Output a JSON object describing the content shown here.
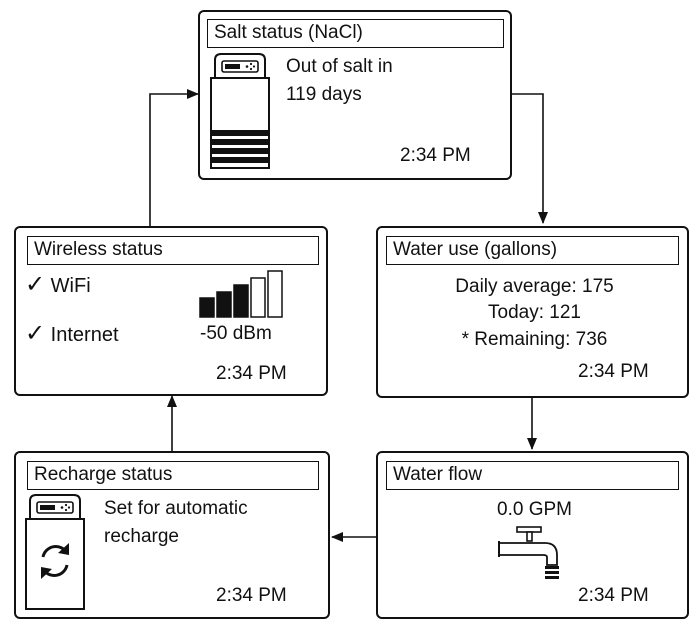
{
  "salt_status": {
    "title": "Salt status (NaCl)",
    "message_line1": "Out of salt in",
    "message_line2": "119 days",
    "time": "2:34 PM"
  },
  "water_use": {
    "title": "Water use (gallons)",
    "daily_average": "Daily average: 175",
    "today": "Today: 121",
    "remaining": "* Remaining: 736",
    "time": "2:34 PM"
  },
  "water_flow": {
    "title": "Water flow",
    "rate": "0.0 GPM",
    "time": "2:34 PM"
  },
  "recharge_status": {
    "title": "Recharge status",
    "message_line1": "Set for automatic",
    "message_line2": "recharge",
    "time": "2:34 PM"
  },
  "wireless_status": {
    "title": "Wireless status",
    "wifi_label": "WiFi",
    "internet_label": "Internet",
    "signal": "-50 dBm",
    "signal_bars_filled": 3,
    "signal_bars_total": 5,
    "time": "2:34 PM"
  },
  "icons": {
    "checkmark": "✓"
  }
}
